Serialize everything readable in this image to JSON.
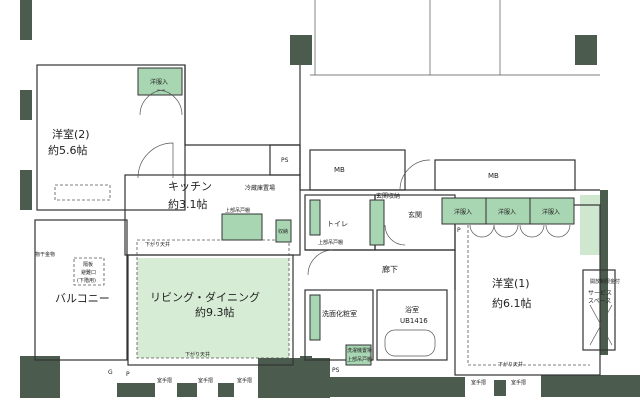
{
  "colors": {
    "wall": "#4b5b4d",
    "closet": "#a9d6b2",
    "living_floor": "#d6ecd4"
  },
  "rooms": {
    "western2": {
      "name": "洋室(2)",
      "size": "約5.6帖"
    },
    "kitchen": {
      "name": "キッチン",
      "size": "約3.1帖"
    },
    "living": {
      "name": "リビング・ダイニング",
      "size": "約9.3帖"
    },
    "western1": {
      "name": "洋室(1)",
      "size": "約6.1帖"
    },
    "balcony": {
      "name": "バルコニー"
    },
    "corridor": {
      "name": "廊下"
    },
    "washroom": {
      "name": "洗面化粧室"
    },
    "bath": {
      "name": "浴室",
      "model": "UB1416"
    },
    "toilet": {
      "name": "トイレ"
    },
    "entrance": {
      "name": "玄関"
    },
    "service": {
      "name": "サービス\nスペース",
      "line1": "サービス",
      "line2": "スペース",
      "note": "開放制限金付"
    }
  },
  "labels": {
    "closet": "洋服入",
    "ps": "PS",
    "mb": "MB",
    "storage": "収納",
    "entrance_storage": "玄関収納",
    "fridge": "冷蔵庫置場",
    "upper_cabinet": "上部吊戸棚",
    "washer": "洗濯機置場",
    "lowered_ceiling": "下がり天井",
    "laundry_hanger": "物干金物",
    "evacuation": [
      "隔板",
      "避難口",
      "(下階用)"
    ],
    "handrail": "室手摺",
    "p": "P",
    "g": "G"
  }
}
